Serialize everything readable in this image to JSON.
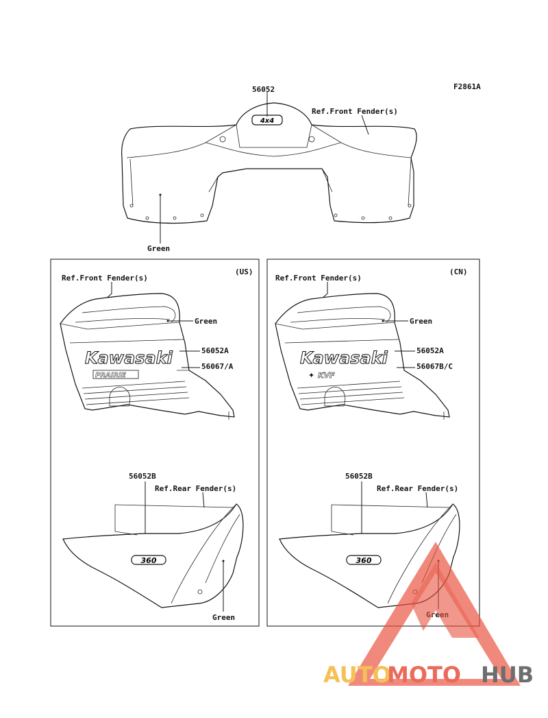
{
  "figure_code": "F2861A",
  "top_assembly": {
    "part_number": "56052",
    "ref_label": "Ref.Front Fender(s)",
    "color_label": "Green",
    "badge_text": "4x4"
  },
  "panels": [
    {
      "region": "(US)",
      "ref_front": "Ref.Front Fender(s)",
      "color_front": "Green",
      "part_a": "56052A",
      "part_b": "56067/A",
      "brand_text": "Kawasaki",
      "model_text": "PRAIRIE",
      "rear_part": "56052B",
      "ref_rear": "Ref.Rear Fender(s)",
      "color_rear": "Green",
      "rear_badge_text": "360"
    },
    {
      "region": "(CN)",
      "ref_front": "Ref.Front Fender(s)",
      "color_front": "Green",
      "part_a": "56052A",
      "part_b": "56067B/C",
      "brand_text": "Kawasaki",
      "model_text": "KVF",
      "rear_part": "56052B",
      "ref_rear": "Ref.Rear Fender(s)",
      "color_rear": "Green",
      "rear_badge_text": "360"
    }
  ],
  "watermark": {
    "auto": "AUTO",
    "moto": "MOTO",
    "hub": "HUB",
    "auto_color": "#f4b63a",
    "moto_color": "#e8523f",
    "hub_color": "#555555",
    "triangle_color": "#e8523f"
  }
}
